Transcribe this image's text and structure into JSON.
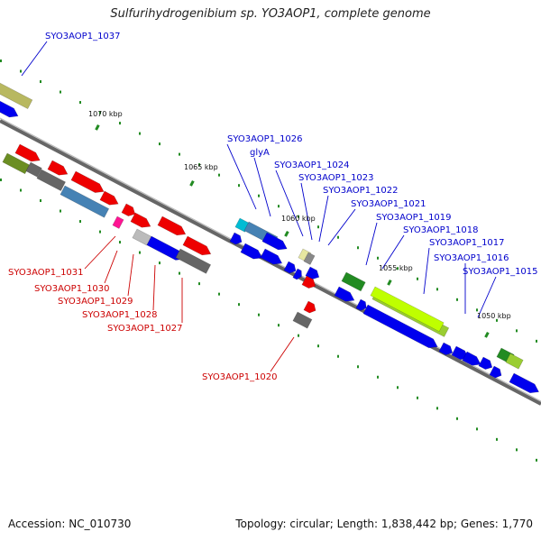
{
  "title": "Sulfurihydrogenibium sp. YO3AOP1, complete genome",
  "footer": {
    "accession": "Accession: NC_010730",
    "summary": "Topology: circular; Length: 1,838,442 bp; Genes: 1,770"
  },
  "colors": {
    "blue_label": "#0000cc",
    "red_label": "#cc0000",
    "backbone": "#777777",
    "tick": "#228b22"
  },
  "kbp_labels": [
    "1070 kbp",
    "1065 kbp",
    "1060 kbp",
    "1055 kbp",
    "1050 kbp"
  ],
  "gene_labels_top": [
    "SYO3AOP1_1037",
    "SYO3AOP1_1026",
    "glyA",
    "SYO3AOP1_1024",
    "SYO3AOP1_1023",
    "SYO3AOP1_1022",
    "SYO3AOP1_1021",
    "SYO3AOP1_1019",
    "SYO3AOP1_1018",
    "SYO3AOP1_1017",
    "SYO3AOP1_1016",
    "SYO3AOP1_1015"
  ],
  "gene_labels_bottom": [
    "SYO3AOP1_1031",
    "SYO3AOP1_1030",
    "SYO3AOP1_1029",
    "SYO3AOP1_1028",
    "SYO3AOP1_1027",
    "SYO3AOP1_1020"
  ]
}
